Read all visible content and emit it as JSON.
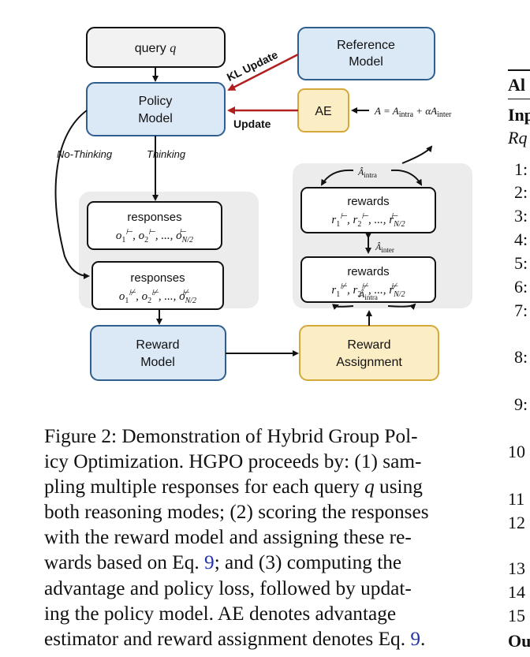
{
  "figure": {
    "query": "query",
    "query_var": "q",
    "reference_model": [
      "Reference",
      "Model"
    ],
    "policy_model": [
      "Policy",
      "Model"
    ],
    "ae": "AE",
    "kl_update": "KL Update",
    "update": "Update",
    "no_thinking": "No-Thinking",
    "thinking": "Thinking",
    "advantage_eq": "A = A_intra + αA_inter",
    "responses_label": "responses",
    "responses_top_seq": "o₁⊢, o₂⊢, ..., o⊢N/2",
    "responses_bottom_seq": "o₁⊬, o₂⊬, ..., o⊬N/2",
    "rewards_label": "rewards",
    "rewards_top_seq": "r₁⊢, r₂⊢, ..., r⊢N/2",
    "rewards_bottom_seq": "r₁⊬, r₂⊬, ..., r⊬N/2",
    "a_intra": "Â_intra",
    "a_inter": "Â_inter",
    "reward_model": [
      "Reward",
      "Model"
    ],
    "reward_assignment": [
      "Reward",
      "Assignment"
    ],
    "colors": {
      "blue_fill": "#dbe8f5",
      "blue_stroke": "#2f5f8f",
      "yellow_fill": "#fbedc4",
      "yellow_stroke": "#d4a93a",
      "gray_fill": "#f2f2f2",
      "group_fill": "#ececec",
      "red_arrow": "#b21f1f"
    }
  },
  "caption": {
    "lines": [
      "Figure 2: Demonstration of Hybrid Group Pol-",
      "icy Optimization. HGPO proceeds by: (1) sam-",
      "pling multiple responses for each query q using",
      "both reasoning modes; (2) scoring the responses",
      "with the reward model and assigning these re-",
      "wards based on Eq. 9; and (3) computing the",
      "advantage and policy loss, followed by updat-",
      "ing the policy model. AE denotes advantage",
      "estimator and reward assignment denotes Eq. 9."
    ]
  },
  "right_column": {
    "algo_title": "Al",
    "input": "Inp",
    "rq": "Rq",
    "line_numbers": [
      "1:",
      "2:",
      "3:",
      "4:",
      "5:",
      "6:",
      "7:",
      "8:",
      "9:",
      "10",
      "11",
      "12",
      "13",
      "14",
      "15"
    ],
    "output": "Ou"
  }
}
